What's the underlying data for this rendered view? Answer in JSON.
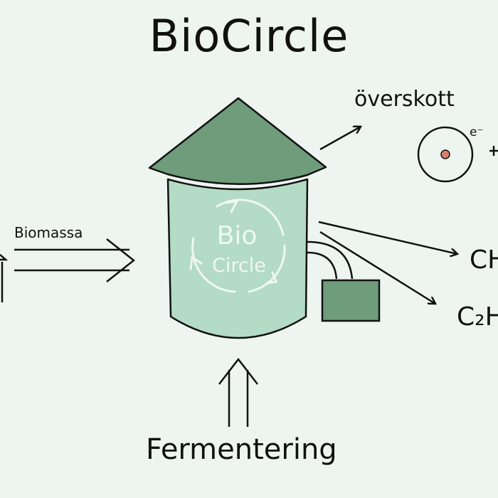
{
  "title": "BioCircle",
  "labels": {
    "input": "Biomassa",
    "process": "Fermentering",
    "surplus": "överskott",
    "electron": "e⁻",
    "output1": "CH",
    "output2": "C₂H"
  },
  "tank_logo": {
    "line1": "Bio",
    "line2": "Circle"
  },
  "colors": {
    "background": "#eef5f1",
    "roof": "#6f9c7b",
    "tank_body": "#b3dbc5",
    "box": "#6f9c7b",
    "nucleus": "#d97f6a",
    "ink": "#111111"
  }
}
